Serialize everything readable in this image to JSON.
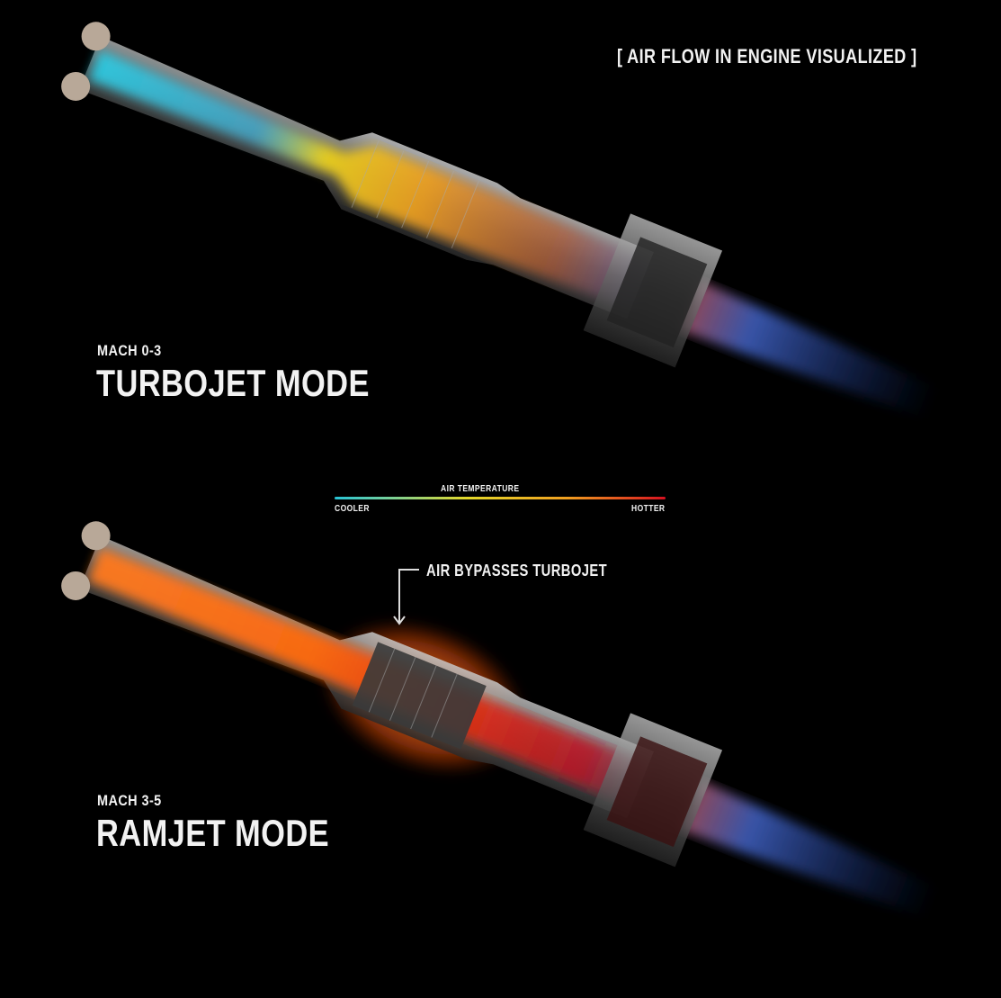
{
  "title": "[ AIR FLOW IN ENGINE VISUALIZED ]",
  "modes": [
    {
      "mach": "MACH 0-3",
      "name": "TURBOJET MODE"
    },
    {
      "mach": "MACH 3-5",
      "name": "RAMJET MODE"
    }
  ],
  "legend": {
    "title": "AIR TEMPERATURE",
    "low_label": "COOLER",
    "high_label": "HOTTER",
    "colors": [
      "#27c4d6",
      "#e4d82a",
      "#f0a020",
      "#d51020"
    ]
  },
  "annotation": "AIR BYPASSES TURBOJET"
}
